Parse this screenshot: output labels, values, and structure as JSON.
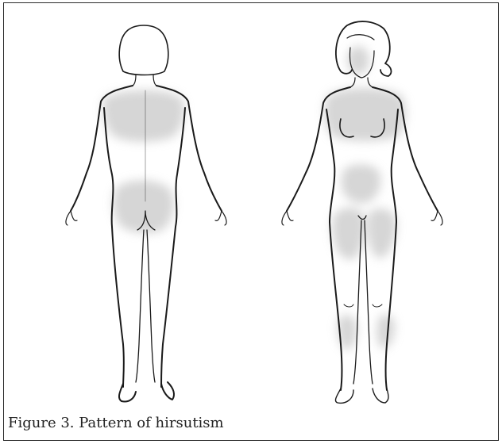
{
  "figure": {
    "caption": "Figure 3. Pattern of hirsutism",
    "colors": {
      "outline": "#1a1a1a",
      "hair_region": "#cfcfcf",
      "frame": "#2a2a2a",
      "background": "#ffffff"
    },
    "figures": [
      {
        "view": "back",
        "shaded_regions": [
          "upper-back",
          "buttocks"
        ]
      },
      {
        "view": "front",
        "shaded_regions": [
          "face",
          "chest",
          "lower-abdomen",
          "inner-thighs",
          "lower-legs"
        ]
      }
    ]
  }
}
